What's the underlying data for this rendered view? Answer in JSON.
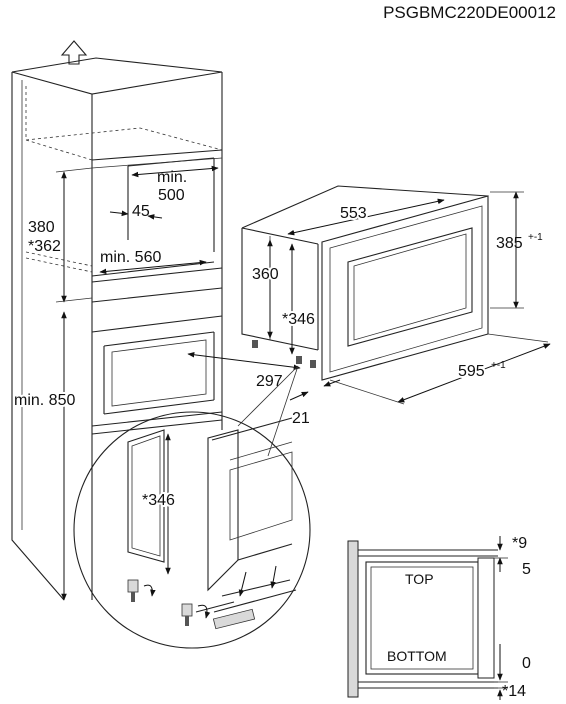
{
  "figure_id": "PSGBMC220DE00012",
  "cabinet_dims": {
    "depth_min": "min.",
    "depth_min_value": "500",
    "opening_depth": "45",
    "opening_height": "380",
    "opening_height_alt": "*362",
    "width_min": "min. 560",
    "floor_height": "min. 850",
    "cutout_depth": "297"
  },
  "appliance_dims": {
    "depth": "553",
    "height_side": "360",
    "height_alt": "*346",
    "front_height": "385",
    "front_height_tol": "+-1",
    "front_width": "595",
    "front_width_tol": "+-1",
    "frame_depth": "21"
  },
  "detail_dims": {
    "height_alt": "*346"
  },
  "spacer_detail": {
    "top_label": "TOP",
    "bottom_label": "BOTTOM",
    "top_spacer": "*9",
    "top_gap": "5",
    "bottom_gap": "0",
    "bottom_spacer": "*14"
  },
  "icons": [
    "arrow-up-icon",
    "screw-icon",
    "rotate-arrow-icon",
    "down-arrow-icon"
  ]
}
